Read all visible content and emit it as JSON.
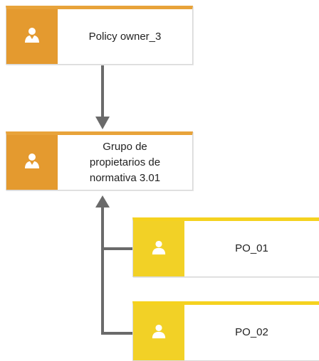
{
  "nodes": {
    "policy_owner": {
      "label": "Policy owner_3",
      "icon": "person-icon"
    },
    "group": {
      "label": "Grupo de\npropietarios de\nnormativa 3.01",
      "icon": "person-icon"
    },
    "po_01": {
      "label": "PO_01",
      "icon": "person-icon"
    },
    "po_02": {
      "label": "PO_02",
      "icon": "person-icon"
    }
  },
  "colors": {
    "orange_badge": "#e49a2f",
    "yellow_badge": "#f2d126",
    "connector": "#6a6a6a"
  }
}
